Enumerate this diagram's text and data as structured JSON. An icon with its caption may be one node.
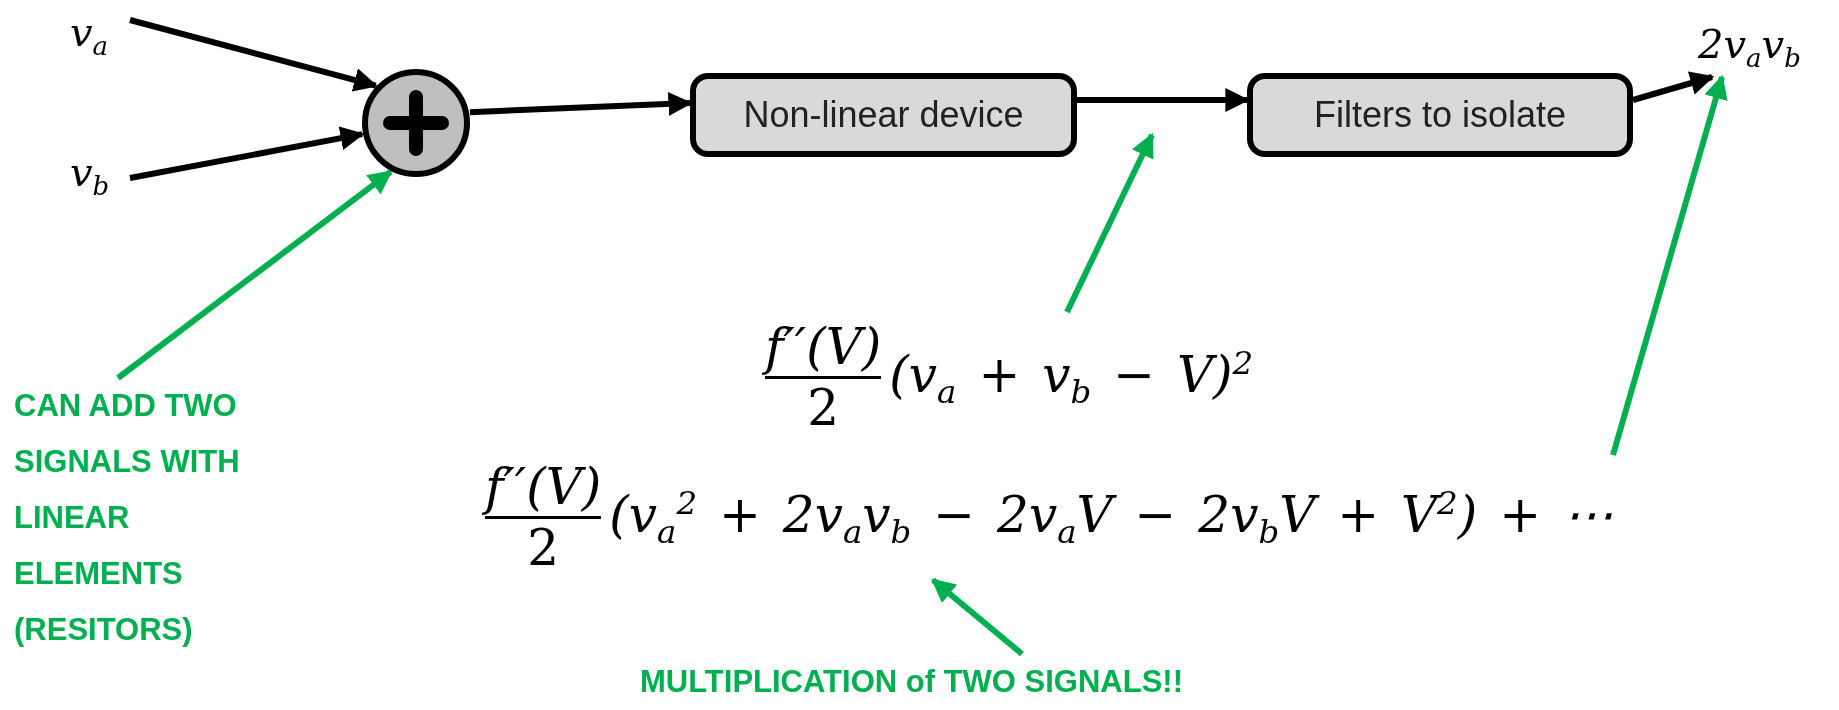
{
  "diagram": {
    "nodes": [
      {
        "text": [
          "v$_{a}$"
        ]
      },
      {
        "text": [
          "v$_{b}$"
        ]
      },
      {
        "text": [],
        "shape": "circle"
      },
      {
        "text": [
          "Non-linear device"
        ]
      },
      {
        "text": [
          "Filters to isolate"
        ]
      },
      {
        "text": [
          "2v$_{a}$v$_{b}$"
        ]
      },
      {
        "text": [
          "CAN ADD TWO SIGNALS WITH LINEAR ELEMENTS (RESITORS)"
        ]
      },
      {
        "text": [
          "f′′(V)",
          "2",
          "(v$_{a}$ + v$_{b}$ − V)$^{2}$"
        ]
      },
      {
        "text": [
          "f′′(V)",
          "2",
          "(v$_{a}$$^{2}$ + 2v$_{a}$v$_{b}$ − 2v$_{a}$V − 2v$_{b}$V + V$^{2}$) + ⋯"
        ]
      },
      {
        "text": [
          "MULTIPLICATION of TWO SIGNALS!!"
        ]
      }
    ],
    "edges": [
      {
        "from": 0,
        "to": 2,
        "arrow": "to"
      },
      {
        "from": 1,
        "to": 2,
        "arrow": "to"
      },
      {
        "from": 2,
        "to": 3,
        "arrow": "to"
      },
      {
        "from": 3,
        "to": 4,
        "arrow": "to"
      },
      {
        "from": 4,
        "to": 5,
        "arrow": "to"
      },
      {
        "from": 6,
        "to": 2,
        "arrow": "to",
        "color": "#00b050"
      },
      {
        "from": 7,
        "to": null,
        "arrow": "to",
        "color": "#00b050"
      },
      {
        "from": 8,
        "to": 5,
        "arrow": "to",
        "color": "#00b050"
      },
      {
        "from": 9,
        "to": 8,
        "arrow": "to",
        "color": "#00b050"
      }
    ]
  }
}
